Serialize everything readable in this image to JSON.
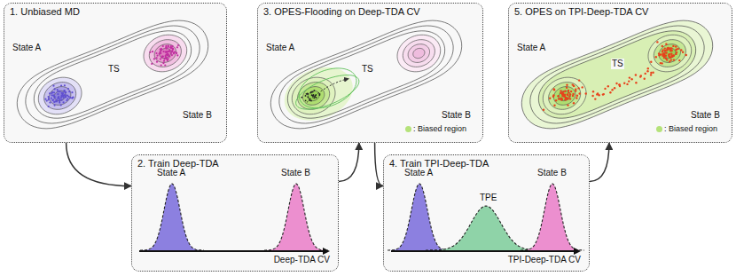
{
  "diagram": {
    "nodes": [
      {
        "text": [
          "1. Unbiased MD"
        ]
      },
      {
        "text": [
          "2. Train Deep-TDA"
        ]
      },
      {
        "text": [
          "3. OPES-Flooding on Deep-TDA CV"
        ]
      },
      {
        "text": [
          "4. Train TPI-Deep-TDA"
        ]
      },
      {
        "text": [
          "5. OPES on TPI-Deep-TDA CV"
        ]
      }
    ],
    "edges": [
      {
        "from": 0,
        "to": 1,
        "arrow": "to"
      },
      {
        "from": 1,
        "to": 2,
        "arrow": "to"
      },
      {
        "from": 2,
        "to": 3,
        "arrow": "to"
      },
      {
        "from": 3,
        "to": 4,
        "arrow": "to"
      }
    ],
    "labels": [
      "State A",
      "TS",
      "State B",
      "State A",
      "State B",
      "Deep-TDA CV",
      "State A",
      "TS",
      "State B",
      "State A",
      "TPE",
      "State B",
      "TPI-Deep-TDA CV",
      "State A",
      "TS",
      "State B"
    ],
    "legend": [
      {
        "text": ": Biased region",
        "color": "#b5e27a"
      },
      {
        "text": ": Biased region",
        "color": "#b5e27a"
      }
    ]
  }
}
